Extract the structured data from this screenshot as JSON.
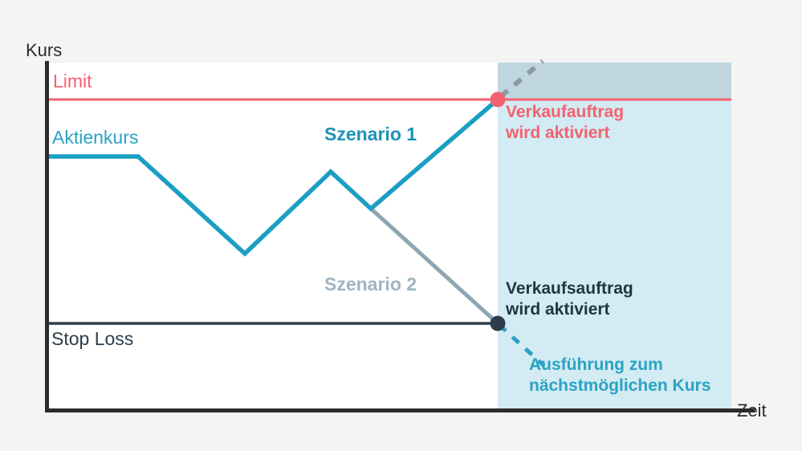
{
  "chart_data": {
    "type": "line",
    "title": "",
    "xlabel": "Zeit",
    "ylabel": "Kurs",
    "grid": false,
    "legend": "inline-annotations",
    "axis_labels": {
      "y": "Kurs",
      "x": "Zeit"
    },
    "reference_lines": [
      {
        "name": "Limit",
        "label": "Limit",
        "color": "#f4616f",
        "y_value": 124,
        "style": "solid"
      },
      {
        "name": "Stop Loss",
        "label": "Stop Loss",
        "color": "#2c3e4c",
        "y_value": 403,
        "style": "solid"
      }
    ],
    "series": [
      {
        "name": "Aktienkurs",
        "label": "Aktienkurs",
        "color": "#1b9ec4",
        "style": "solid",
        "points": [
          {
            "x": 62,
            "y": 195
          },
          {
            "x": 172,
            "y": 195
          },
          {
            "x": 305,
            "y": 316
          },
          {
            "x": 412,
            "y": 214
          },
          {
            "x": 462,
            "y": 260
          }
        ]
      },
      {
        "name": "Szenario 1",
        "label": "Szenario 1",
        "color": "#1b9ec4",
        "style": "solid",
        "points": [
          {
            "x": 462,
            "y": 260
          },
          {
            "x": 620,
            "y": 124
          }
        ]
      },
      {
        "name": "Szenario 1 Fortsetzung",
        "label": "",
        "color": "#8b9aa4",
        "style": "dashed",
        "points": [
          {
            "x": 620,
            "y": 124
          },
          {
            "x": 672,
            "y": 78
          }
        ]
      },
      {
        "name": "Szenario 2",
        "label": "Szenario 2",
        "color": "#8fa6b3",
        "style": "solid",
        "points": [
          {
            "x": 462,
            "y": 260
          },
          {
            "x": 620,
            "y": 403
          }
        ]
      },
      {
        "name": "Szenario 2 Ausfuehrung",
        "label": "",
        "color": "#2aa3c4",
        "style": "dashed",
        "points": [
          {
            "x": 620,
            "y": 403
          },
          {
            "x": 675,
            "y": 453
          }
        ]
      }
    ],
    "markers": [
      {
        "name": "limit-trigger",
        "x": 620,
        "y": 124,
        "color": "#f4616f"
      },
      {
        "name": "stoploss-trigger",
        "x": 620,
        "y": 403,
        "color": "#2c3e4c"
      }
    ],
    "shaded_regions": [
      {
        "name": "post-trigger-upper",
        "x0": 620,
        "x1": 911,
        "y0": 78,
        "y1": 124,
        "color": "#bfd6de"
      },
      {
        "name": "post-trigger-lower",
        "x0": 620,
        "x1": 911,
        "y0": 124,
        "y1": 512,
        "color": "#d3ebf2"
      }
    ],
    "annotations": [
      {
        "name": "limit-trigger-note",
        "lines": [
          "Verkaufauftrag",
          "wird aktiviert"
        ],
        "color": "#f4616f"
      },
      {
        "name": "stoploss-trigger-note",
        "lines": [
          "Verkaufsauftrag",
          "wird aktiviert"
        ],
        "color": "#1f3642"
      },
      {
        "name": "execution-note",
        "lines": [
          "Ausführung zum",
          "nächstmöglichen Kurs"
        ],
        "color": "#2aa3c4"
      }
    ]
  },
  "labels": {
    "y_axis": "Kurs",
    "x_axis": "Zeit",
    "limit": "Limit",
    "stock_price": "Aktienkurs",
    "stop_loss": "Stop Loss",
    "scenario_1": "Szenario 1",
    "scenario_2": "Szenario 2"
  },
  "annotations": {
    "limit_note_line1": "Verkaufauftrag",
    "limit_note_line2": "wird aktiviert",
    "stoploss_note_line1": "Verkaufsauftrag",
    "stoploss_note_line2": "wird aktiviert",
    "execution_note_line1": "Ausführung zum",
    "execution_note_line2": "nächstmöglichen Kurs"
  },
  "colors": {
    "background": "#f4f4f4",
    "plot_background": "#ffffff",
    "axis": "#2b2b2b",
    "limit": "#f4616f",
    "stock": "#1b9ec4",
    "scenario2": "#8fa6b3",
    "stop_loss": "#2c3e4c",
    "shade_upper": "#bfd6de",
    "shade_lower": "#d3ebf2"
  }
}
